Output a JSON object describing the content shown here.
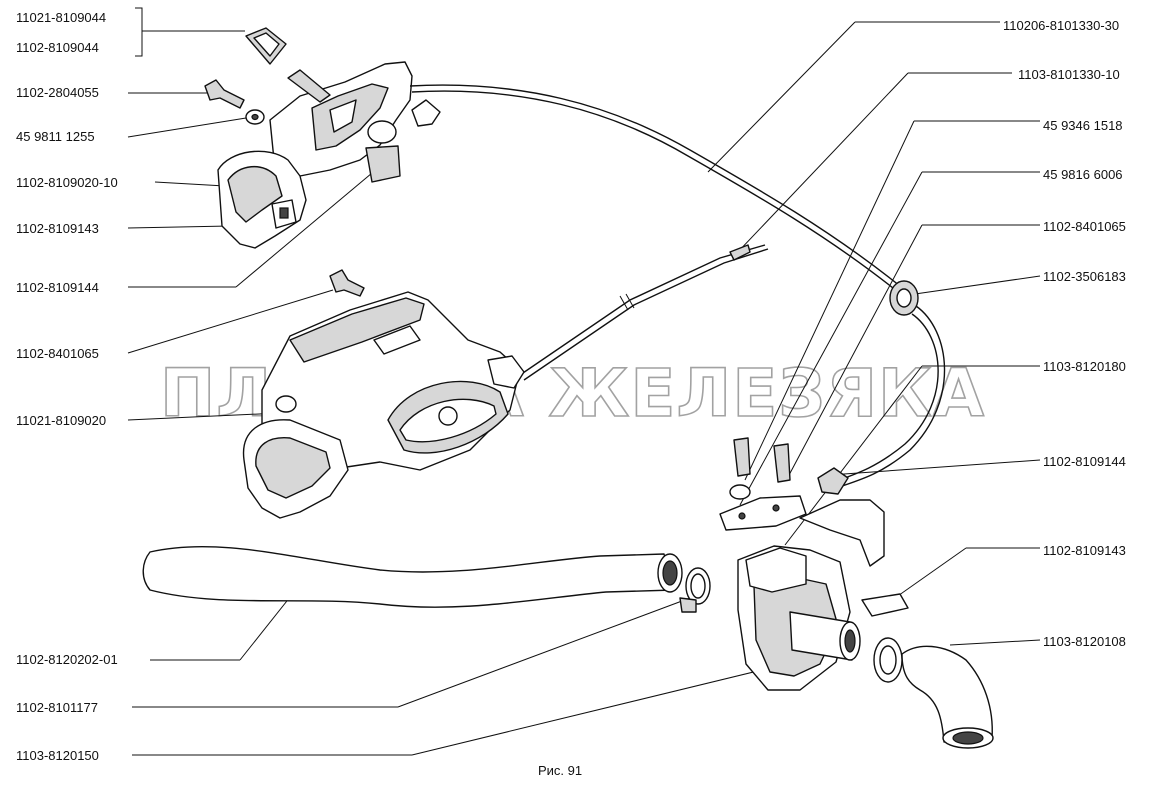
{
  "figure": {
    "caption": "Рис. 91",
    "watermark": "ПЛАНЕТА ЖЕЛЕЗЯКА"
  },
  "labels": {
    "left": [
      "11021-8109044",
      "1102-8109044",
      "1102-2804055",
      "45 9811 1255",
      "1102-8109020-10",
      "1102-8109143",
      "1102-8109144",
      "1102-8401065",
      "11021-8109020",
      "1102-8120202-01",
      "1102-8101177",
      "1103-8120150"
    ],
    "right": [
      "110206-8101330-30",
      "1103-8101330-10",
      "45 9346 1518",
      "45 9816 6006",
      "1102-8401065",
      "1102-3506183",
      "1103-8120180",
      "1102-8109144",
      "1102-8109143",
      "1103-8120108"
    ]
  }
}
